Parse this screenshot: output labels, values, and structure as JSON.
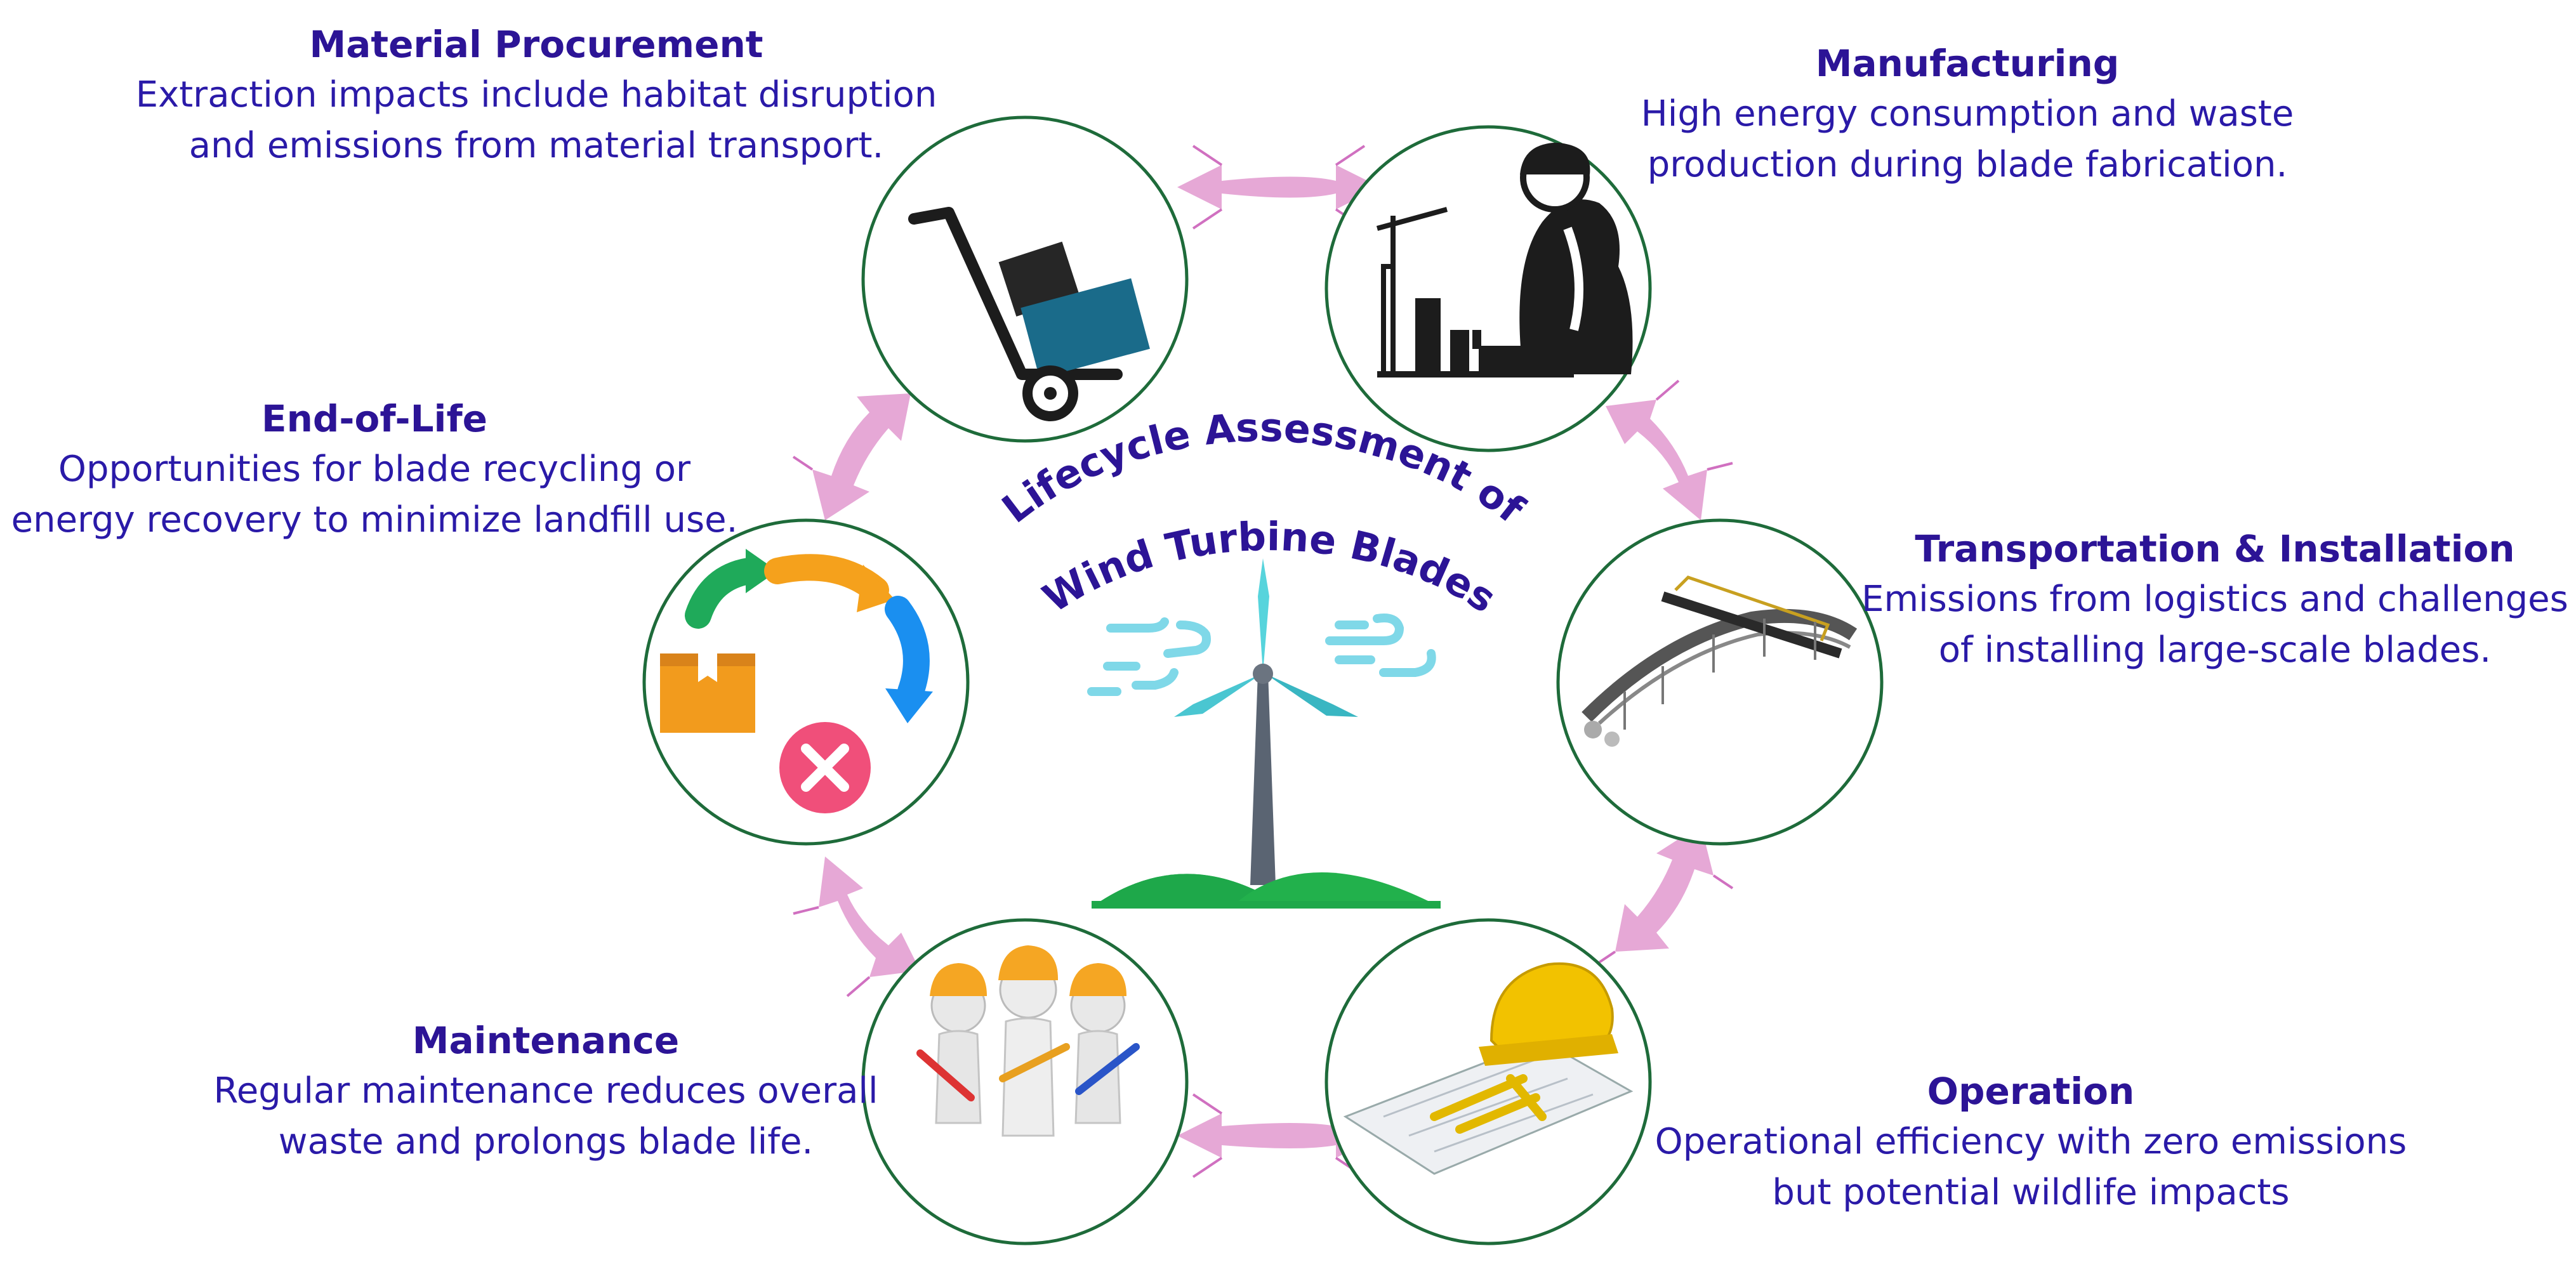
{
  "center_title": {
    "line1": "Lifecycle Assessment of",
    "line2": "Wind Turbine Blades"
  },
  "stages": {
    "material": {
      "title": "Material Procurement",
      "desc1": "Extraction impacts include habitat disruption",
      "desc2": "and emissions from material transport."
    },
    "manufacturing": {
      "title": "Manufacturing",
      "desc1": "High energy consumption and waste",
      "desc2": "production during blade fabrication."
    },
    "transport": {
      "title": "Transportation & Installation",
      "desc1": "Emissions from logistics and challenges",
      "desc2": "of installing large-scale blades."
    },
    "operation": {
      "title": "Operation",
      "desc1": "Operational efficiency with zero emissions",
      "desc2": "but potential wildlife impacts"
    },
    "maintenance": {
      "title": "Maintenance",
      "desc1": "Regular maintenance reduces overall",
      "desc2": "waste and prolongs blade life."
    },
    "eol": {
      "title": "End-of-Life",
      "desc1": "Opportunities for blade recycling or",
      "desc2": "energy recovery to minimize landfill use."
    }
  },
  "colors": {
    "title_text": "#2c1496",
    "circle_border": "#1e6b3a",
    "arrow_fill": "#e6a8d6",
    "arrow_edge": "#d070c0",
    "turbine_blade": "#4fd3dc",
    "hill": "#22b14c"
  }
}
